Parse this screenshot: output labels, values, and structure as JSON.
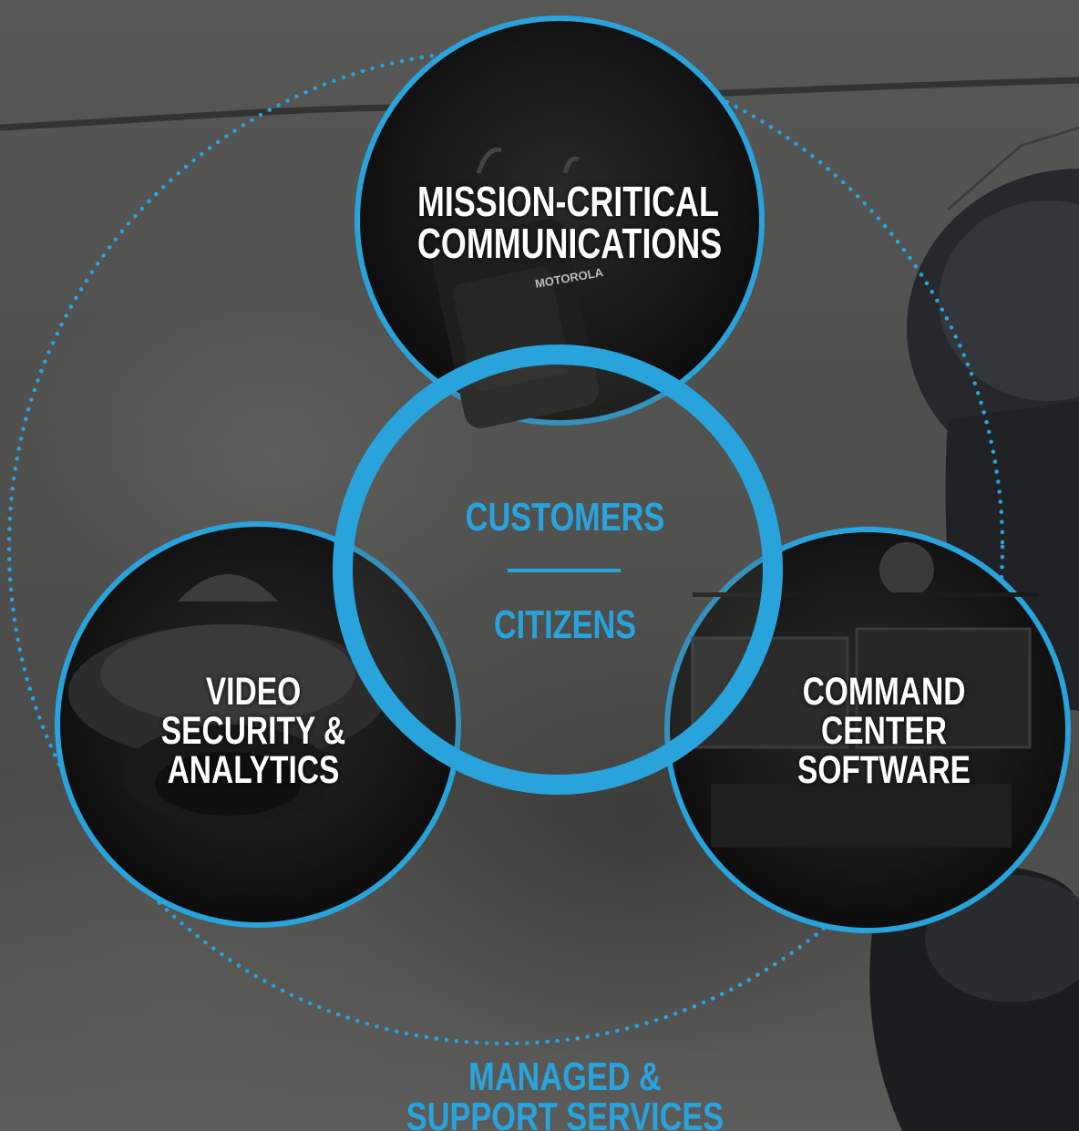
{
  "colors": {
    "accent_blue": "#29a3dc",
    "circle_fill": "#161616",
    "background": "#4f4f4d",
    "label_white": "#ffffff"
  },
  "center": {
    "top_label": "CUSTOMERS",
    "bottom_label": "CITIZENS"
  },
  "circles": {
    "communications": {
      "line1": "MISSION-CRITICAL",
      "line2": "COMMUNICATIONS"
    },
    "video": {
      "line1": "VIDEO",
      "line2": "SECURITY &",
      "line3": "ANALYTICS"
    },
    "command": {
      "line1": "COMMAND",
      "line2": "CENTER",
      "line3": "SOFTWARE"
    }
  },
  "outer_ring": {
    "line1": "MANAGED &",
    "line2": "SUPPORT SERVICES"
  },
  "photo_embellishments": {
    "radio_brand": "MOTOROLA"
  }
}
